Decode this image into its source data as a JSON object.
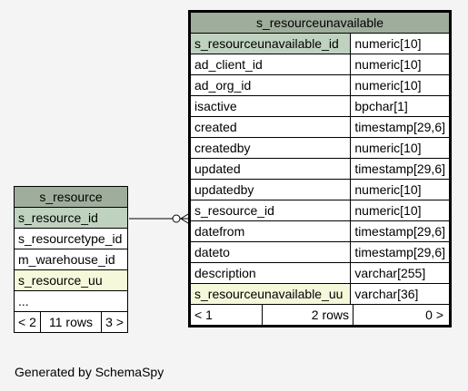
{
  "s_resource": {
    "title": "s_resource",
    "rows": [
      {
        "name": "s_resource_id",
        "kind": "pk"
      },
      {
        "name": "s_resourcetype_id",
        "kind": "plain"
      },
      {
        "name": "m_warehouse_id",
        "kind": "plain"
      },
      {
        "name": "s_resource_uu",
        "kind": "uq"
      },
      {
        "name": "...",
        "kind": "plain"
      }
    ],
    "footer": {
      "prev": "< 2",
      "count": "11 rows",
      "next": "3 >"
    }
  },
  "s_resourceunavailable": {
    "title": "s_resourceunavailable",
    "rows": [
      {
        "name": "s_resourceunavailable_id",
        "type": "numeric[10]",
        "kind": "pk"
      },
      {
        "name": "ad_client_id",
        "type": "numeric[10]",
        "kind": "plain"
      },
      {
        "name": "ad_org_id",
        "type": "numeric[10]",
        "kind": "plain"
      },
      {
        "name": "isactive",
        "type": "bpchar[1]",
        "kind": "plain"
      },
      {
        "name": "created",
        "type": "timestamp[29,6]",
        "kind": "plain"
      },
      {
        "name": "createdby",
        "type": "numeric[10]",
        "kind": "plain"
      },
      {
        "name": "updated",
        "type": "timestamp[29,6]",
        "kind": "plain"
      },
      {
        "name": "updatedby",
        "type": "numeric[10]",
        "kind": "plain"
      },
      {
        "name": "s_resource_id",
        "type": "numeric[10]",
        "kind": "plain"
      },
      {
        "name": "datefrom",
        "type": "timestamp[29,6]",
        "kind": "plain"
      },
      {
        "name": "dateto",
        "type": "timestamp[29,6]",
        "kind": "plain"
      },
      {
        "name": "description",
        "type": "varchar[255]",
        "kind": "plain"
      },
      {
        "name": "s_resourceunavailable_uu",
        "type": "varchar[36]",
        "kind": "uq"
      }
    ],
    "footer": {
      "prev": "< 1",
      "count": "2 rows",
      "next": "0 >"
    }
  },
  "relationship": {
    "from": "s_resourceunavailable.s_resource_id",
    "to": "s_resource.s_resource_id",
    "cardinality": "zero-or-many to one"
  },
  "credit": "Generated by SchemaSpy"
}
